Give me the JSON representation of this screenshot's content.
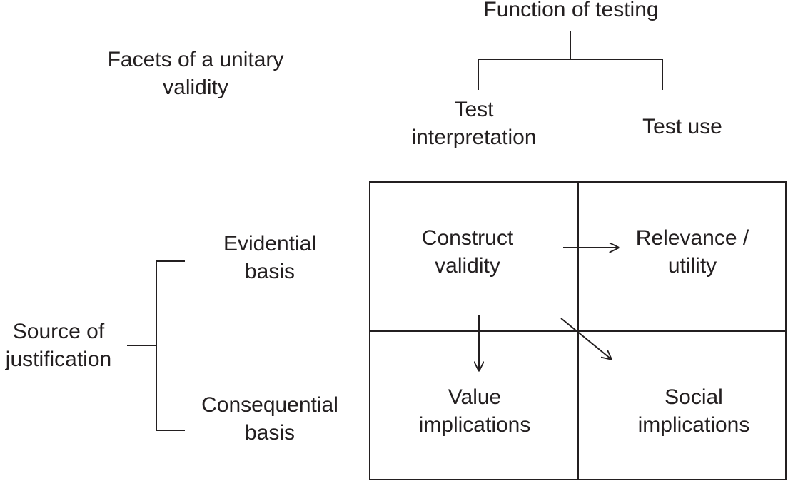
{
  "title": [
    "Facets of a unitary",
    "validity"
  ],
  "function_header": "Function of testing",
  "columns": {
    "interpretation": [
      "Test",
      "interpretation"
    ],
    "use": "Test use"
  },
  "source_label": [
    "Source of",
    "justification"
  ],
  "rows": {
    "evidential": [
      "Evidential",
      "basis"
    ],
    "consequential": [
      "Consequential",
      "basis"
    ]
  },
  "cells": {
    "construct_validity": [
      "Construct",
      "validity"
    ],
    "relevance_utility": [
      "Relevance /",
      "utility"
    ],
    "value_implications": [
      "Value",
      "implications"
    ],
    "social_implications": [
      "Social",
      "implications"
    ]
  },
  "colors": {
    "ink": "#231f20",
    "background": "#ffffff"
  }
}
